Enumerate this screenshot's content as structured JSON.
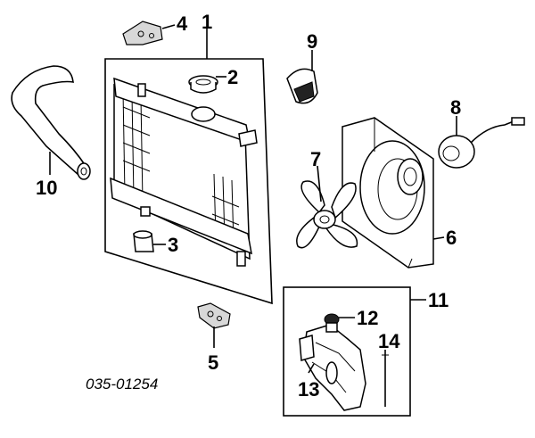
{
  "diagram": {
    "part_number": "035-01254",
    "callouts": [
      {
        "id": "c1",
        "text": "1"
      },
      {
        "id": "c2",
        "text": "2"
      },
      {
        "id": "c3",
        "text": "3"
      },
      {
        "id": "c4",
        "text": "4"
      },
      {
        "id": "c5",
        "text": "5"
      },
      {
        "id": "c6",
        "text": "6"
      },
      {
        "id": "c7",
        "text": "7"
      },
      {
        "id": "c8",
        "text": "8"
      },
      {
        "id": "c9",
        "text": "9"
      },
      {
        "id": "c10",
        "text": "10"
      },
      {
        "id": "c11",
        "text": "11"
      },
      {
        "id": "c12",
        "text": "12"
      },
      {
        "id": "c13",
        "text": "13"
      },
      {
        "id": "c14",
        "text": "14"
      }
    ]
  }
}
